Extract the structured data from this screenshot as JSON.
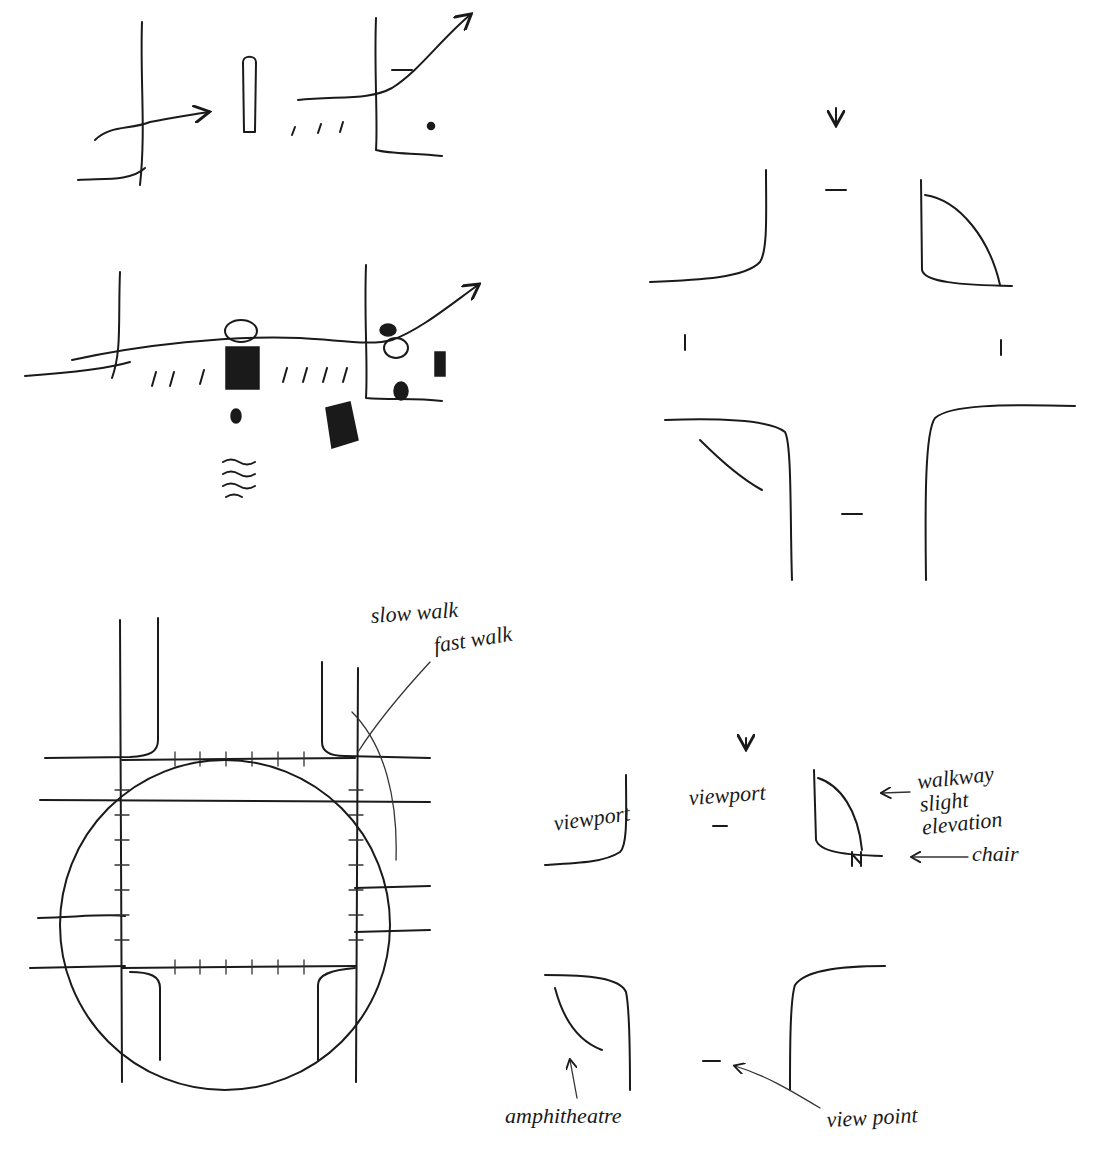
{
  "diagram": {
    "labels": [
      "slow walk",
      "fast walk",
      "walkway slight elevation",
      "viewport",
      "viewport",
      "chair",
      "amphitheatre",
      "view point"
    ]
  }
}
